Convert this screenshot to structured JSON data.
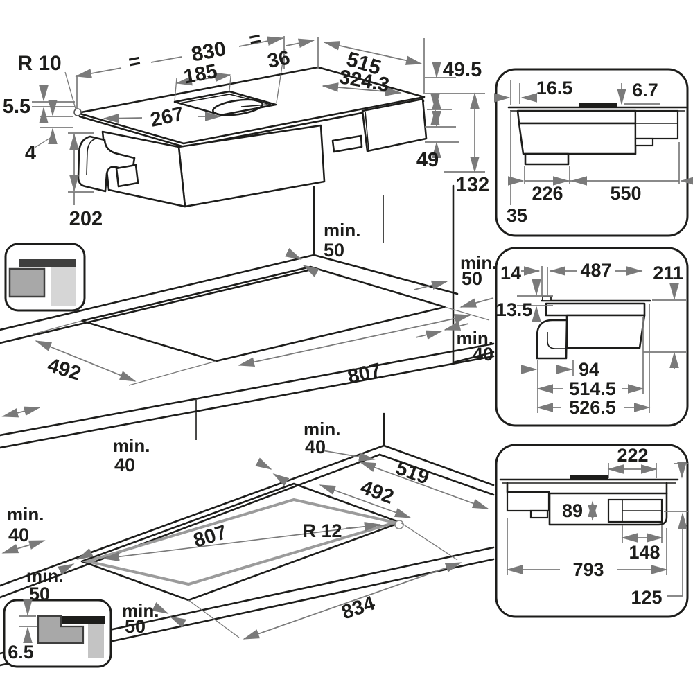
{
  "colors": {
    "ink": "#1d1d1b",
    "dim": "#7a7a7a",
    "fill_dark": "#3f3f3e",
    "fill_mid": "#a8a8a8",
    "fill_light": "#d6d6d6",
    "bg": "#ffffff"
  },
  "iso": {
    "radius": "R 10",
    "eq_left": "=",
    "width": "830",
    "eq_right": "=",
    "vent_offset": "185",
    "rear_gap": "36",
    "depth": "515",
    "vent_span": "324.3",
    "edge_height": "49.5",
    "glass_height": "5.5",
    "glass_step": "4",
    "vent_left": "267",
    "body_side": "49",
    "total_height": "132",
    "duct_drop": "202"
  },
  "side_top": {
    "overhang": "16.5",
    "glass_thickness": "6.7",
    "duct_width": "226",
    "body_width": "550",
    "duct_offset": "35"
  },
  "plan_top": {
    "rear_min": "min.",
    "rear_val": "50",
    "right_min": "min.",
    "right_val": "50",
    "corner_min": "min.",
    "corner_val": "40",
    "depth": "492",
    "width": "807",
    "front_min": "min.",
    "front_val": "40"
  },
  "side_mid": {
    "rear_offset": "14",
    "body_width": "487",
    "depth_below": "211",
    "flange": "13.5",
    "duct": "94",
    "body_len": "514.5",
    "total_len": "526.5"
  },
  "plan_bottom": {
    "rear_min": "min.",
    "rear_val": "40",
    "outer_depth": "519",
    "inner_depth": "492",
    "radius": "R 12",
    "inner_width": "807",
    "left_min": "min.",
    "left_val": "40",
    "side_min": "min.",
    "side_val": "50",
    "front_min": "min.",
    "front_val": "50",
    "outer_width": "834"
  },
  "side_bottom": {
    "vent_width": "222",
    "box_height": "89",
    "box_width": "148",
    "body_width": "793",
    "housing_height": "125"
  },
  "flush_icon": {
    "recess": "6.5"
  }
}
